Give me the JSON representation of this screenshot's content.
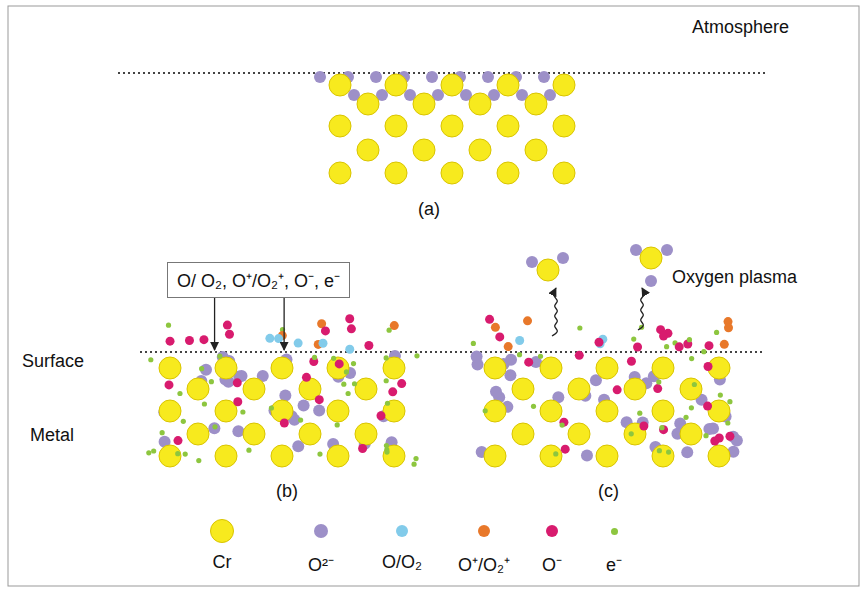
{
  "diagram": {
    "nodes": [
      {
        "text": [
          "O/ O₂, O⁺/O₂⁺, O⁻, e⁻"
        ]
      }
    ],
    "labels": [
      "Atmosphere",
      "(a)",
      "Oxygen plasma",
      "Surface",
      "Metal",
      "(b)",
      "(c)"
    ],
    "legend": [
      {
        "text": "Cr",
        "color": "#f7ea1e"
      },
      {
        "text": "O²⁻",
        "color": "#9d90c8"
      },
      {
        "text": "O/O₂",
        "color": "#82cbea"
      },
      {
        "text": "O⁺/O₂⁺",
        "color": "#e8782a"
      },
      {
        "text": "O⁻",
        "color": "#d81b6e"
      },
      {
        "text": "e⁻",
        "color": "#8dc63f"
      }
    ]
  }
}
